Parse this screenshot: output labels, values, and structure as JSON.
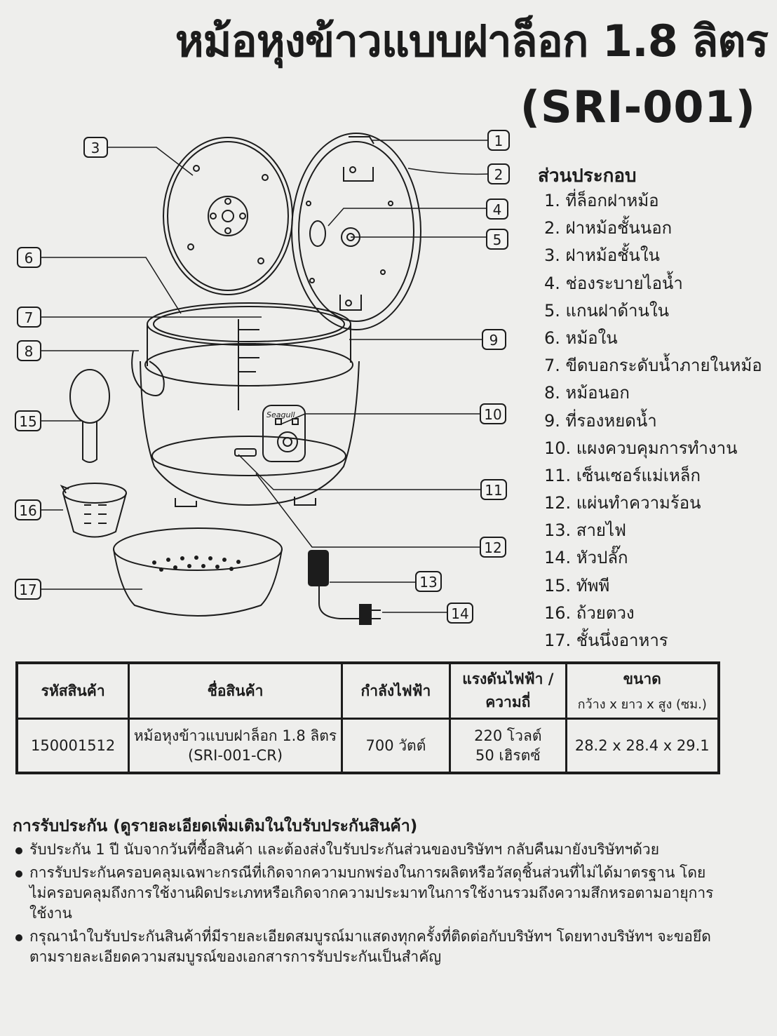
{
  "title": {
    "line1": "หม้อหุงข้าวแบบฝาล็อก 1.8 ลิตร",
    "line2": "(SRI-001)"
  },
  "parts": {
    "heading": "ส่วนประกอบ",
    "items": [
      "1. ที่ล็อกฝาหม้อ",
      "2. ฝาหม้อชั้นนอก",
      "3. ฝาหม้อชั้นใน",
      "4. ช่องระบายไอน้ำ",
      "5. แกนฝาด้านใน",
      "6. หม้อใน",
      "7. ขีดบอกระดับน้ำภายในหม้อ",
      "8. หม้อนอก",
      "9. ที่รองหยดน้ำ",
      "10. แผงควบคุมการทำงาน",
      "11. เซ็นเซอร์แม่เหล็ก",
      "12. แผ่นทำความร้อน",
      "13. สายไฟ",
      "14. หัวปลั๊ก",
      "15. ทัพพี",
      "16. ถ้วยตวง",
      "17. ชั้นนึ่งอาหาร"
    ]
  },
  "diagram": {
    "callouts": [
      "1",
      "2",
      "3",
      "4",
      "5",
      "6",
      "7",
      "8",
      "9",
      "10",
      "11",
      "12",
      "13",
      "14",
      "15",
      "16",
      "17"
    ],
    "brand": "Seagull"
  },
  "spec_table": {
    "headers": {
      "code": "รหัสสินค้า",
      "name": "ชื่อสินค้า",
      "power": "กำลังไฟฟ้า",
      "voltage": "แรงดันไฟฟ้า / ความถี่",
      "size": "ขนาด",
      "size_sub": "กว้าง x ยาว x สูง (ซม.)"
    },
    "row": {
      "code": "150001512",
      "name_line1": "หม้อหุงข้าวแบบฝาล็อก 1.8 ลิตร",
      "name_line2": "(SRI-001-CR)",
      "power": "700 วัตต์",
      "voltage_line1": "220 โวลต์",
      "voltage_line2": "50 เฮิรตซ์",
      "size": "28.2 x 28.4 x 29.1"
    }
  },
  "warranty": {
    "heading": "การรับประกัน (ดูรายละเอียดเพิ่มเติมในใบรับประกันสินค้า)",
    "items": [
      "รับประกัน 1 ปี นับจากวันที่ซื้อสินค้า และต้องส่งใบรับประกันส่วนของบริษัทฯ กลับคืนมายังบริษัทฯด้วย",
      "การรับประกันครอบคลุมเฉพาะกรณีที่เกิดจากความบกพร่องในการผลิตหรือวัสดุชิ้นส่วนที่ไม่ได้มาตรฐาน โดยไม่ครอบคลุมถึงการใช้งานผิดประเภทหรือเกิดจากความประมาทในการใช้งานรวมถึงความสึกหรอตามอายุการใช้งาน",
      "กรุณานำใบรับประกันสินค้าที่มีรายละเอียดสมบูรณ์มาแสดงทุกครั้งที่ติดต่อกับบริษัทฯ โดยทางบริษัทฯ จะขอยึดตามรายละเอียดความสมบูรณ์ของเอกสารการรับประกันเป็นสำคัญ"
    ]
  }
}
